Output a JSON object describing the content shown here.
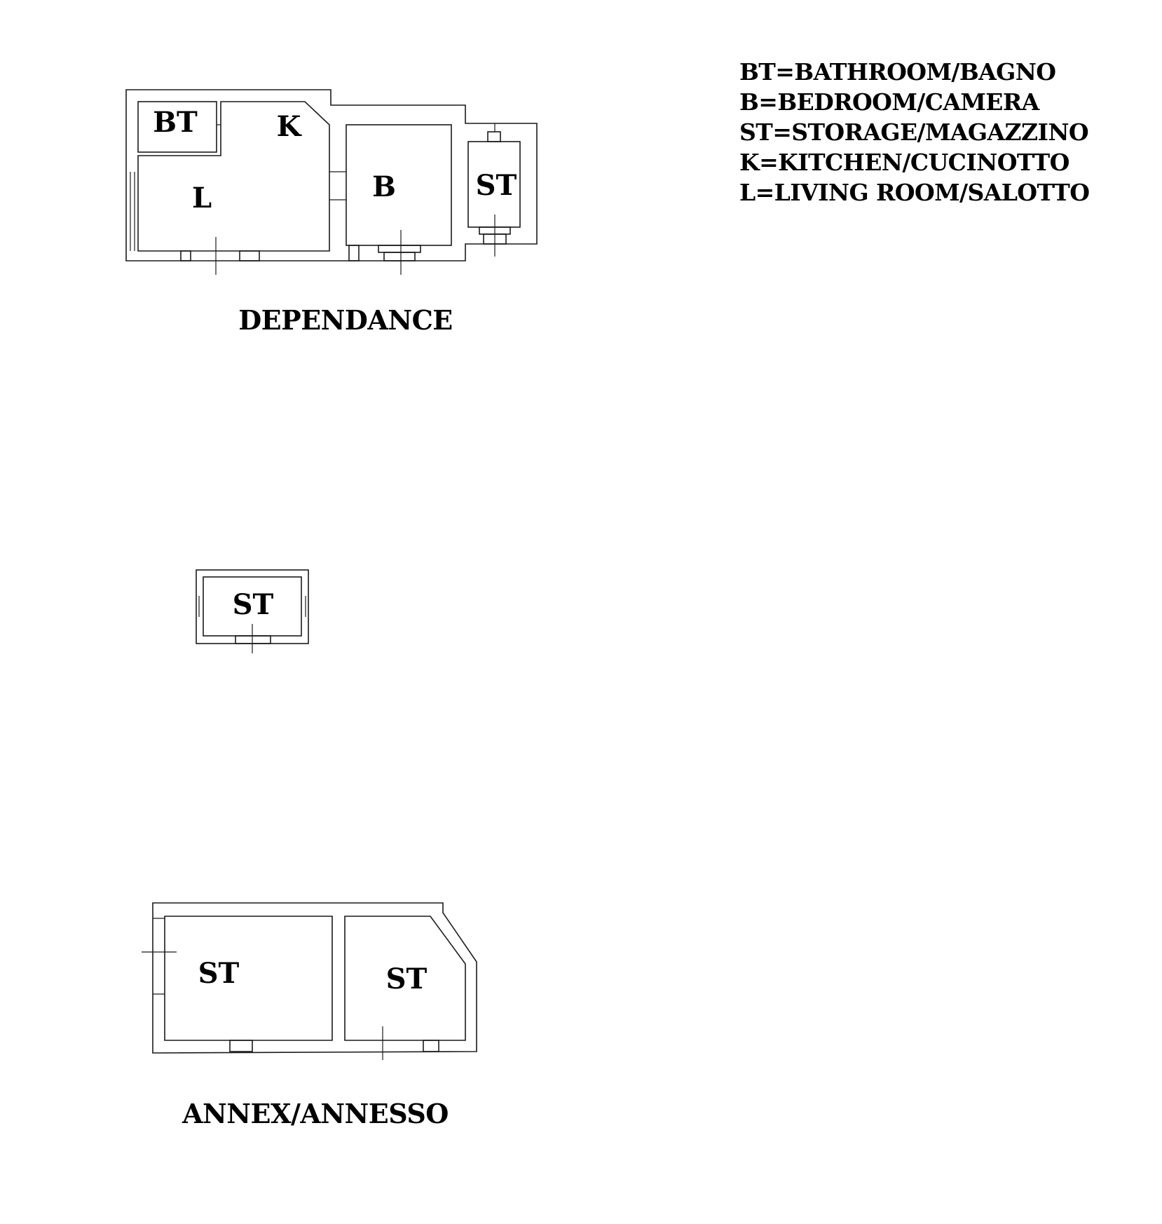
{
  "legend": [
    "BT=BATHROOM/BAGNO",
    "B=BEDROOM/CAMERA",
    "ST=STORAGE/MAGAZZINO",
    "K=KITCHEN/CUCINOTTO",
    "L=LIVING ROOM/SALOTTO"
  ],
  "dependance": {
    "title": "DEPENDANCE",
    "rooms": {
      "bt": "BT",
      "k": "K",
      "l": "L",
      "b": "B",
      "st": "ST"
    }
  },
  "storage_unit": {
    "room": "ST"
  },
  "annex": {
    "title": "ANNEX/ANNESSO",
    "rooms": {
      "st_left": "ST",
      "st_right": "ST"
    }
  }
}
